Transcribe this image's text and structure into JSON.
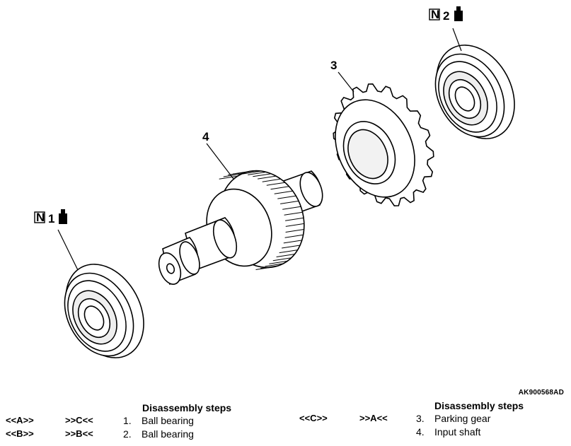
{
  "reference_code": "AK900568AD",
  "callouts": {
    "part1": "1",
    "part2": "2",
    "part3": "3",
    "part4": "4",
    "new_part_marker": "N"
  },
  "left_table": {
    "title": "Disassembly steps",
    "rows": [
      {
        "removal_tag": "<<A>>",
        "install_tag": ">>C<<",
        "number": "1.",
        "name": "Ball bearing"
      },
      {
        "removal_tag": "<<B>>",
        "install_tag": ">>B<<",
        "number": "2.",
        "name": "Ball bearing"
      }
    ]
  },
  "right_table": {
    "title": "Disassembly steps",
    "rows": [
      {
        "removal_tag": "<<C>>",
        "install_tag": ">>A<<",
        "number": "3.",
        "name": "Parking gear"
      },
      {
        "removal_tag": "",
        "install_tag": "",
        "number": "4.",
        "name": "Input shaft"
      }
    ]
  }
}
